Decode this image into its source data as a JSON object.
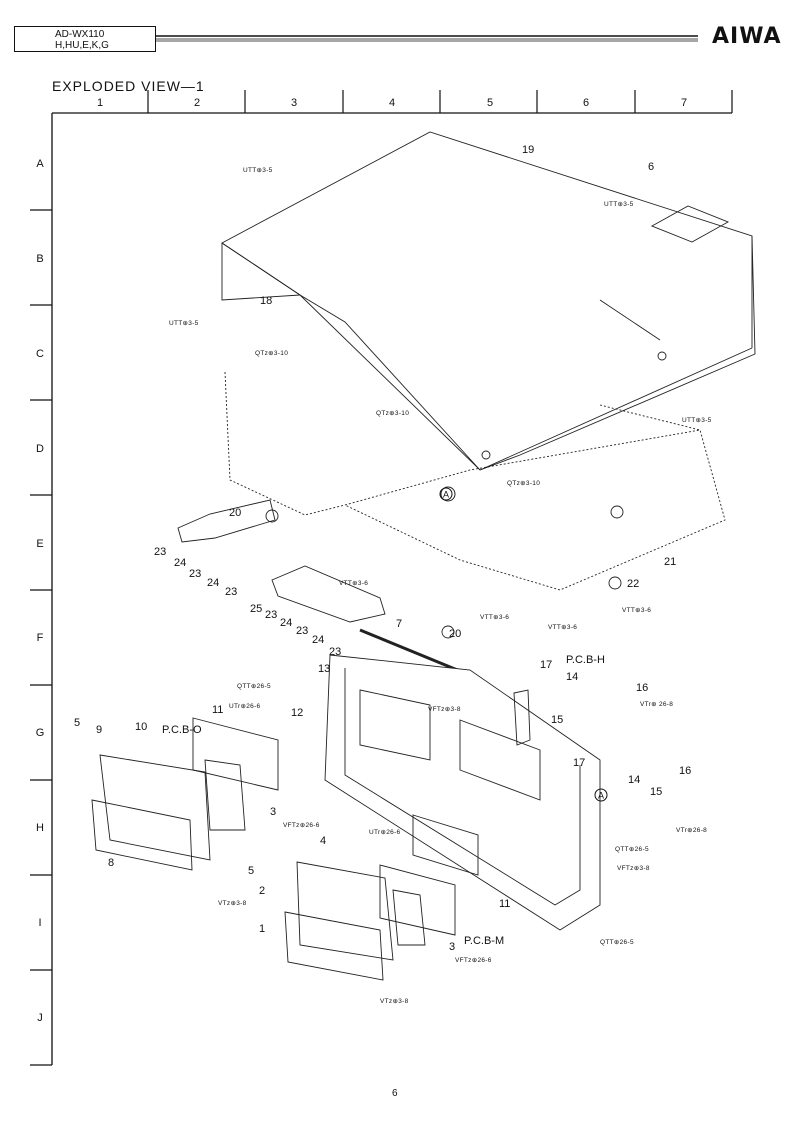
{
  "header": {
    "model": "AD-WX110",
    "variants": "H,HU,E,K,G",
    "brand": "AIWA"
  },
  "title": "EXPLODED VIEW—1",
  "grid": {
    "columns": [
      "1",
      "2",
      "3",
      "4",
      "5",
      "6",
      "7"
    ],
    "rows": [
      "A",
      "B",
      "C",
      "D",
      "E",
      "F",
      "G",
      "H",
      "I",
      "J"
    ]
  },
  "part_labels": [
    {
      "text": "19"
    },
    {
      "text": "6"
    },
    {
      "text": "18"
    },
    {
      "text": "20"
    },
    {
      "text": "21"
    },
    {
      "text": "22"
    },
    {
      "text": "20"
    },
    {
      "text": "7"
    },
    {
      "text": "13"
    },
    {
      "text": "17"
    },
    {
      "text": "P.C.B-H"
    },
    {
      "text": "14"
    },
    {
      "text": "16"
    },
    {
      "text": "15"
    },
    {
      "text": "12"
    },
    {
      "text": "11"
    },
    {
      "text": "10"
    },
    {
      "text": "P.C.B-O"
    },
    {
      "text": "5"
    },
    {
      "text": "9"
    },
    {
      "text": "3"
    },
    {
      "text": "4"
    },
    {
      "text": "8"
    },
    {
      "text": "5"
    },
    {
      "text": "2"
    },
    {
      "text": "1"
    },
    {
      "text": "17"
    },
    {
      "text": "14"
    },
    {
      "text": "15"
    },
    {
      "text": "16"
    },
    {
      "text": "11"
    },
    {
      "text": "P.C.B-M"
    },
    {
      "text": "3"
    },
    {
      "text": "23"
    },
    {
      "text": "24"
    },
    {
      "text": "23"
    },
    {
      "text": "24"
    },
    {
      "text": "23"
    },
    {
      "text": "25"
    },
    {
      "text": "23"
    },
    {
      "text": "24"
    },
    {
      "text": "23"
    },
    {
      "text": "24"
    },
    {
      "text": "23"
    }
  ],
  "screw_labels": [
    {
      "text": "UTT⊕3-5"
    },
    {
      "text": "UTT⊕3-5"
    },
    {
      "text": "UTT⊕3-5"
    },
    {
      "text": "UTT⊕3-5"
    },
    {
      "text": "QTz⊕3-10"
    },
    {
      "text": "QTz⊕3-10"
    },
    {
      "text": "QTz⊕3-10"
    },
    {
      "text": "VTT⊕3-6"
    },
    {
      "text": "VTT⊕3-6"
    },
    {
      "text": "VTT⊕3-6"
    },
    {
      "text": "VTT⊕3-6"
    },
    {
      "text": "QTT⊕26-5"
    },
    {
      "text": "UTr⊕26-6"
    },
    {
      "text": "VFTz⊕3-8"
    },
    {
      "text": "VTr⊕ 26-8"
    },
    {
      "text": "VFTz⊕26-6"
    },
    {
      "text": "UTr⊕26-6"
    },
    {
      "text": "VTz⊕3-8"
    },
    {
      "text": "QTT⊕26-5"
    },
    {
      "text": "VFTz⊕3-8"
    },
    {
      "text": "VTr⊕26-8"
    },
    {
      "text": "QTT⊕26-5"
    },
    {
      "text": "VFTz⊕26-6"
    },
    {
      "text": "VTz⊕3-8"
    }
  ],
  "callouts": [
    {
      "text": "A"
    },
    {
      "text": "A"
    }
  ],
  "page_number": "6"
}
